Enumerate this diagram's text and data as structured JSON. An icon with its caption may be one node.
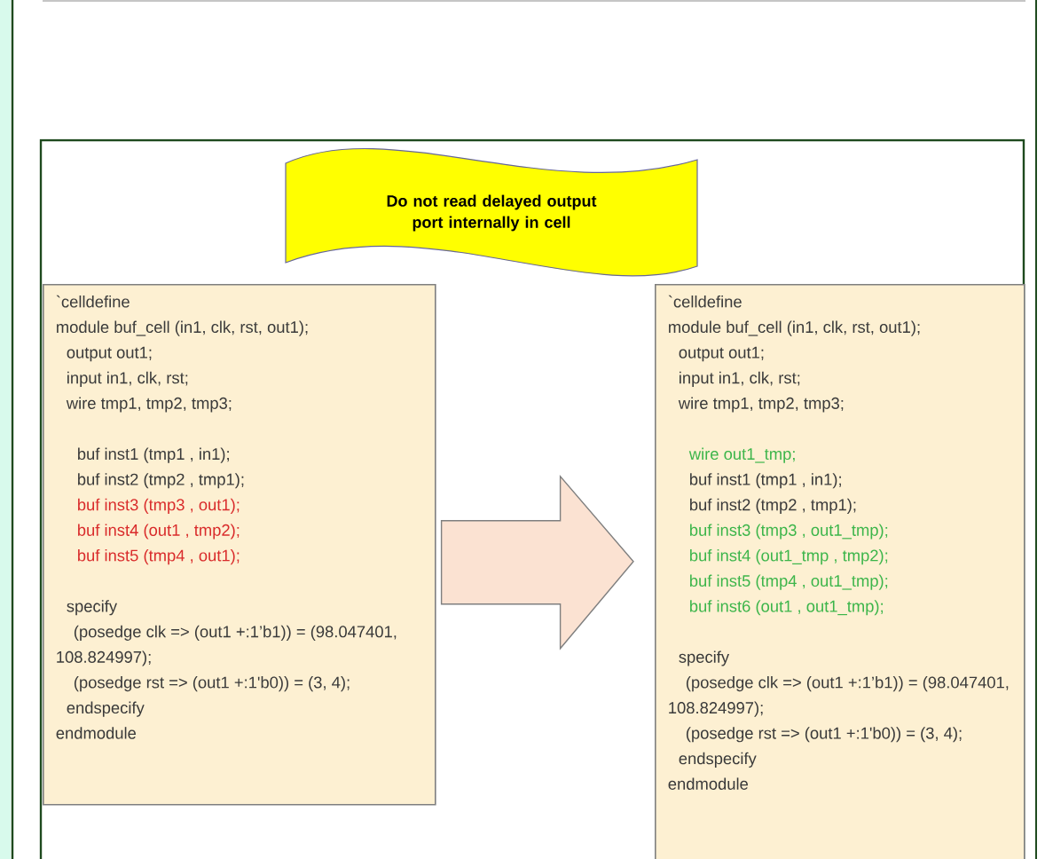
{
  "diagram": {
    "nodes": [
      {
        "text": [
          "Do not read delayed output port internally in cell"
        ]
      },
      {
        "text": [
          "`celldefine",
          "module buf_cell (in1, clk, rst, out1);",
          "output out1;",
          "input  in1, clk, rst;",
          "wire tmp1, tmp2, tmp3;",
          "buf inst1 (tmp1 , in1);",
          "buf inst2 (tmp2 , tmp1);",
          "buf inst3 (tmp3 , out1);",
          "buf inst4 (out1 , tmp2);",
          "buf inst5 (tmp4 , out1);",
          "specify",
          "(posedge clk => (out1 +:1’b1)) = (98.047401, 108.824997);",
          "(posedge rst => (out1 +:1'b0)) = (3, 4);",
          "endspecify",
          "endmodule"
        ]
      },
      {
        "text": [
          "`celldefine",
          "module buf_cell (in1, clk, rst, out1);",
          "output out1;",
          "input  in1, clk, rst;",
          "wire tmp1, tmp2, tmp3;",
          "wire out1_tmp;",
          "buf inst1 (tmp1 , in1);",
          "buf inst2 (tmp2 , tmp1);",
          "buf inst3 (tmp3 , out1_tmp);",
          "buf inst4 (out1_tmp , tmp2);",
          "buf inst5 (tmp4 , out1_tmp);",
          "buf inst6 (out1 , out1_tmp);",
          "specify",
          "(posedge clk => (out1 +:1’b1)) = (98.047401, 108.824997);",
          "(posedge rst => (out1 +:1'b0)) = (3, 4);",
          "endspecify",
          "endmodule"
        ]
      }
    ],
    "edges": [
      {
        "from": 1,
        "to": 2,
        "arrow": "to"
      }
    ]
  }
}
